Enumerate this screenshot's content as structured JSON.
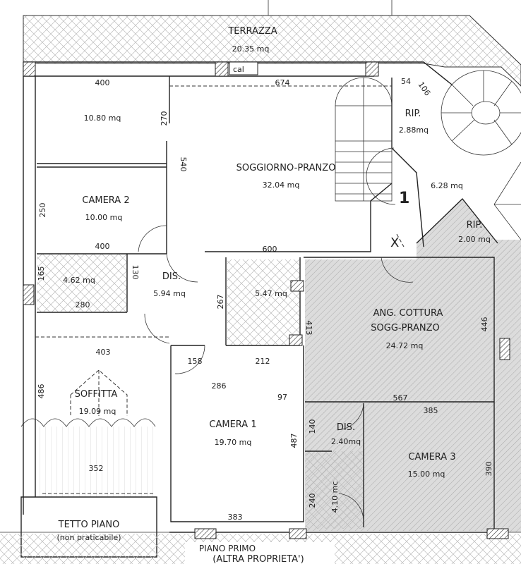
{
  "plan": {
    "title": "PIANO PRIMO",
    "subtitle": "(ALTRA PROPRIETA')",
    "colors": {
      "wall": "#222222",
      "hatch_gray": "#d8d8d8",
      "background": "#ffffff"
    },
    "rooms": {
      "terrazza": {
        "name": "TERRAZZA",
        "area": "20.35 mq"
      },
      "cucina": {
        "area": "10.80 mq"
      },
      "soggiorno": {
        "name": "SOGGIORNO-PRANZO",
        "area": "32.04 mq"
      },
      "rip1": {
        "name": "RIP.",
        "area": "2.88mq"
      },
      "ingresso": {
        "area": "6.28 mq",
        "marker": "1"
      },
      "rip2": {
        "name": "RIP.",
        "area": "2.00 mq"
      },
      "camera2": {
        "name": "CAMERA 2",
        "area": "10.00 mq"
      },
      "bagno1": {
        "area": "4.62 mq"
      },
      "dis1": {
        "name": "DIS.",
        "area": "5.94 mq"
      },
      "bagno2": {
        "area": "5.47 mq"
      },
      "ang_cottura": {
        "name": "ANG. COTTURA",
        "name2": "SOGG-PRANZO",
        "area": "24.72 mq"
      },
      "soffitta": {
        "name": "SOFFITTA",
        "area": "19.09 mq"
      },
      "camera1": {
        "name": "CAMERA 1",
        "area": "19.70 mq"
      },
      "dis2": {
        "name": "DIS.",
        "area": "2.40mq"
      },
      "bagno3": {
        "area": "4.10 mc"
      },
      "camera3": {
        "name": "CAMERA 3",
        "area": "15.00 mq"
      },
      "tetto": {
        "name": "TETTO PIANO",
        "note": "(non praticabile)"
      }
    },
    "cal_label": "cal",
    "dimensions": {
      "d400a": "400",
      "d674": "674",
      "d54": "54",
      "d106": "106",
      "d270": "270",
      "d540": "540",
      "d250": "250",
      "d400b": "400",
      "d600": "600",
      "d165": "165",
      "d130": "130",
      "d280": "280",
      "d267": "267",
      "d413": "413",
      "d446": "446",
      "d403": "403",
      "d158": "158",
      "d286": "286",
      "d212": "212",
      "d97": "97",
      "d486": "486",
      "d567": "567",
      "d385": "385",
      "d140": "140",
      "d487": "487",
      "d240": "240",
      "d390": "390",
      "d352": "352",
      "d383": "383"
    }
  }
}
